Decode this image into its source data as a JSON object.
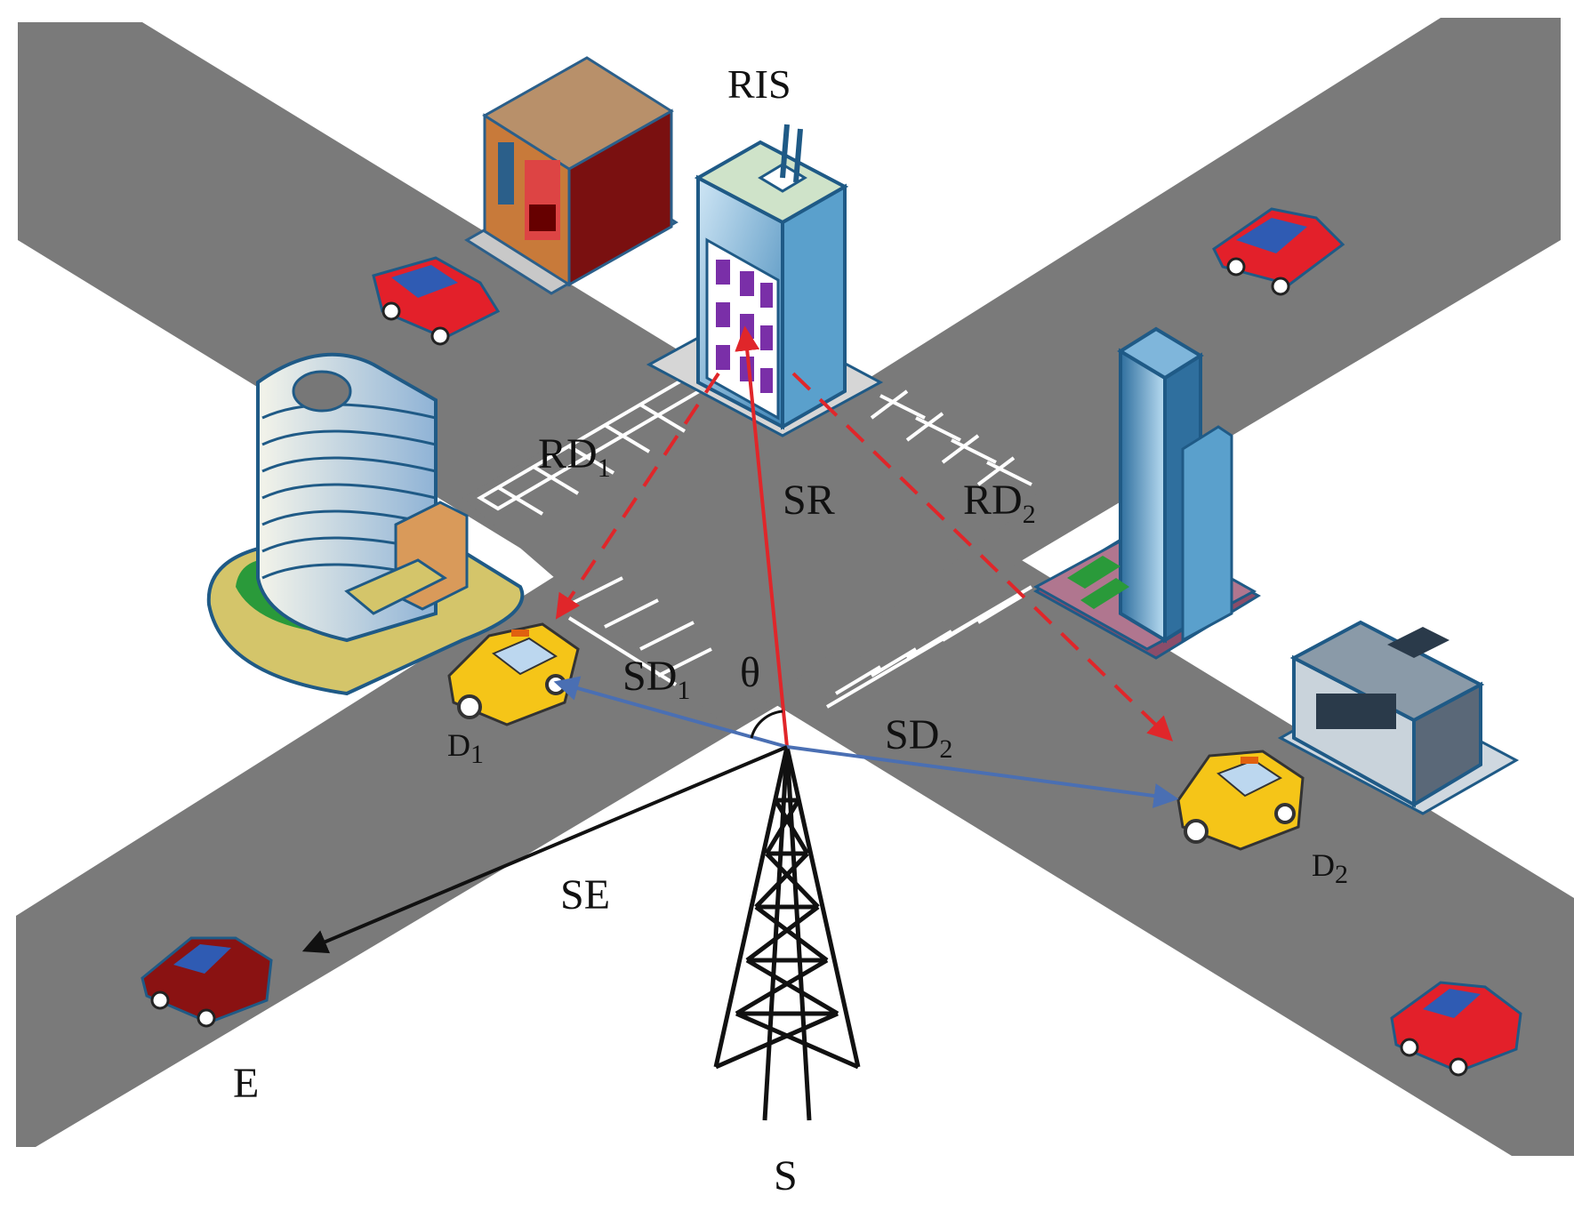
{
  "labels": {
    "ris": "RIS",
    "sr": "SR",
    "rd1": "RD",
    "rd1_sub": "1",
    "rd2": "RD",
    "rd2_sub": "2",
    "sd1": "SD",
    "sd1_sub": "1",
    "sd2": "SD",
    "sd2_sub": "2",
    "theta": "θ",
    "se": "SE",
    "d1": "D",
    "d1_sub": "1",
    "d2": "D",
    "d2_sub": "2",
    "e": "E",
    "s": "S"
  },
  "colors": {
    "road": "#7a7a7a",
    "ris_link": "#e0262a",
    "direct_link": "#4a6fb3",
    "eaves_link": "#111111",
    "car_red": "#e3202a",
    "car_dark_red": "#8a1212",
    "taxi": "#f5c518",
    "ris_panel": "#7a2fa8"
  },
  "icons": {
    "tower": "transmission-tower-icon",
    "ris_building": "ris-building-icon",
    "taxi": "taxi-icon",
    "car": "car-icon"
  }
}
